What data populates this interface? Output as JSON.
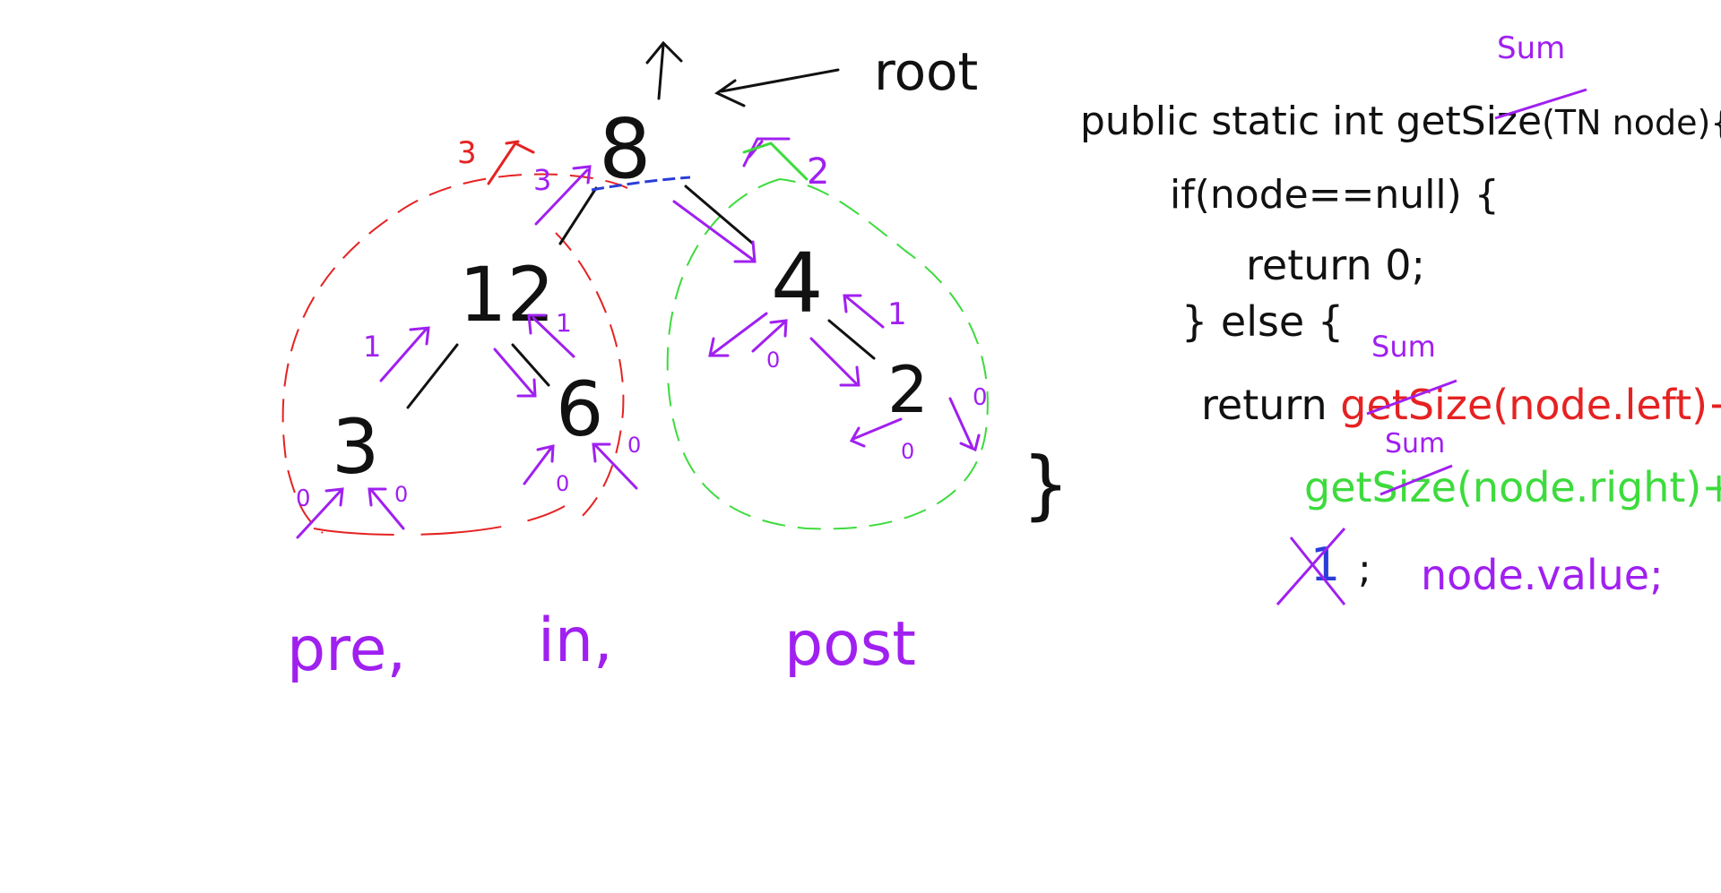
{
  "tree": {
    "root_label": "root",
    "nodes": {
      "n8": "8",
      "n12": "12",
      "n4": "4",
      "n3": "3",
      "n6": "6",
      "n2": "2"
    }
  },
  "annotations": {
    "red_3": "3",
    "purple_3": "3",
    "green_2": "2",
    "left_1": "1",
    "twelve_1": "1",
    "four_1": "1",
    "zero_a": "0",
    "zero_b": "0",
    "zero_c": "0",
    "zero_d": "0",
    "zero_e": "0",
    "zero_f": "0",
    "zero_g": "0"
  },
  "traversal_labels": {
    "pre": "pre,",
    "in": "in,",
    "post": "post"
  },
  "code": {
    "line1_a": "public static int get",
    "line1_crossed": "Size",
    "line1_b": "(TN node){",
    "line1_sum": "Sum",
    "line2": "if(node==null) {",
    "line3": "return 0;",
    "line4": "} else {",
    "line5_a": "return ",
    "line5_crossed": "getSize",
    "line5_sum": "Sum",
    "line5_b": "(node.left)+",
    "line6_crossed": "getSize",
    "line6_sum": "Sum",
    "line6_b": "(node.right)+",
    "line7_crossed": "1",
    "line7_semicolon": ";",
    "line7_b": "node.value;",
    "closing_brace": "}"
  },
  "colors": {
    "ink": "#111111",
    "purple": "#a020f0",
    "red": "#e52222",
    "green": "#3ddb3d",
    "blue": "#2a3dd8"
  }
}
